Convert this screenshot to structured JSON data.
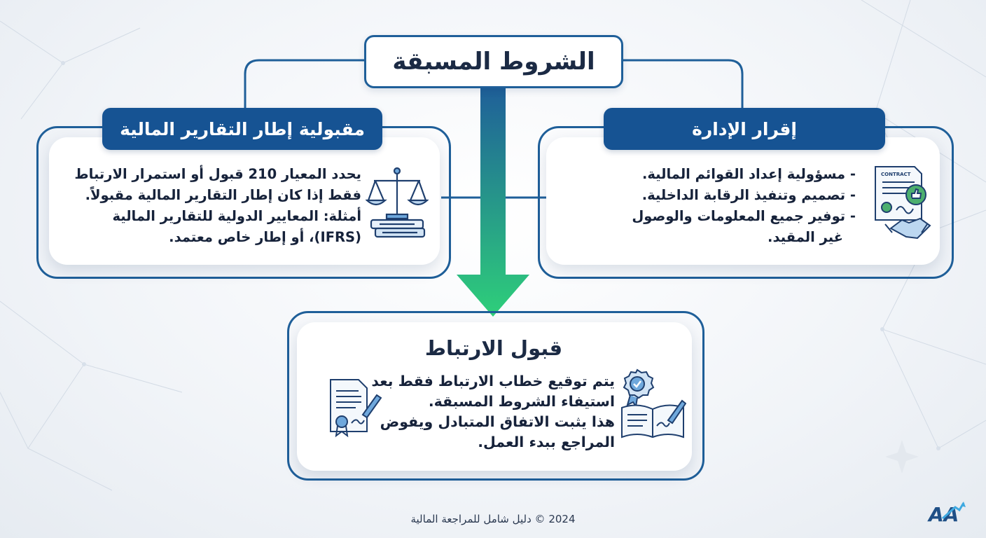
{
  "title": "الشروط المسبقة",
  "left_box": {
    "heading": "مقبولية إطار التقارير المالية",
    "lines": [
      "يحدد المعيار 210 قبول أو استمرار الارتباط",
      "فقط إذا كان إطار التقارير المالية مقبولاً.",
      "أمثلة: المعايير الدولية للتقارير المالية",
      "(IFRS)، أو إطار خاص معتمد."
    ],
    "icon": "scales-of-justice-icon"
  },
  "right_box": {
    "heading": "إقرار الإدارة",
    "lines": [
      "- مسؤولية إعداد القوائم المالية.",
      "- تصميم وتنفيذ الرقابة الداخلية.",
      "- توفير جميع المعلومات والوصول",
      "غير المقيد."
    ],
    "icon": "contract-handshake-icon",
    "icon_text": "CONTRACT"
  },
  "bottom_box": {
    "heading": "قبول الارتباط",
    "lines": [
      "يتم توقيع خطاب الارتباط فقط بعد",
      "استيفاء الشروط المسبقة.",
      "هذا يثبت الاتفاق المتبادل ويفوض",
      "المراجع ببدء العمل."
    ],
    "icon_left": "signed-certificate-icon",
    "icon_right": "award-book-icon"
  },
  "footer": "2024 © دليل شامل للمراجعة المالية",
  "logo_text": "AA",
  "colors": {
    "primary": "#165393",
    "frame": "#1f5f99",
    "arrow_top": "#1f5f99",
    "arrow_bottom": "#2ecf7a"
  }
}
